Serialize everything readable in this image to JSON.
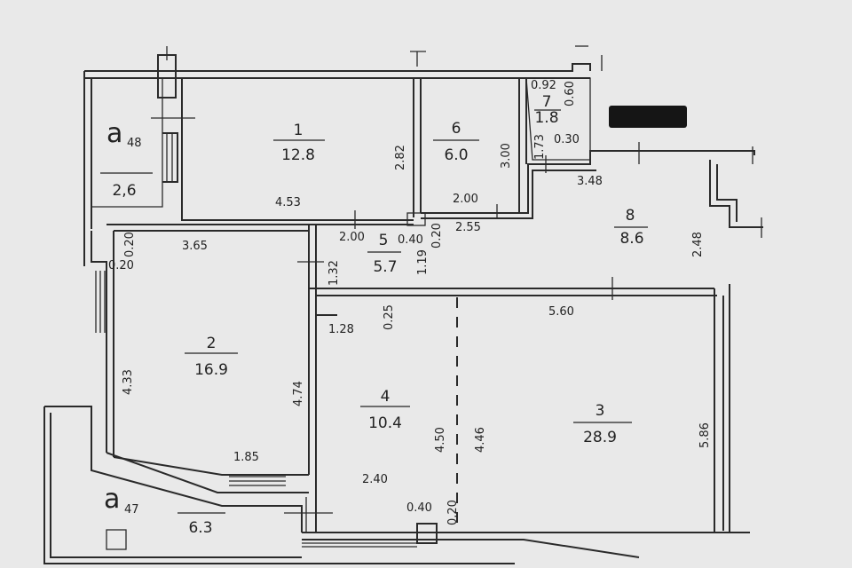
{
  "rooms": [
    {
      "number": "1",
      "area": "12.8"
    },
    {
      "number": "2",
      "area": "16.9"
    },
    {
      "number": "3",
      "area": "28.9"
    },
    {
      "number": "4",
      "area": "10.4"
    },
    {
      "number": "5",
      "area": "5.7"
    },
    {
      "number": "6",
      "area": "6.0"
    },
    {
      "number": "7",
      "area": "1.8"
    },
    {
      "number": "8",
      "area": "8.6"
    }
  ],
  "balconies": [
    {
      "letter": "a",
      "sub": "48",
      "area": "2,6"
    },
    {
      "letter": "a",
      "sub": "47",
      "area": "6.3"
    }
  ],
  "dimensions": [
    "4.53",
    "2.82",
    "3.00",
    "2.00",
    "0.92",
    "0.60",
    "1.73",
    "0.30",
    "3.48",
    "2.48",
    "0.20",
    "0.20",
    "3.65",
    "2.00",
    "0.40",
    "0.20",
    "2.55",
    "1.32",
    "1.19",
    "5.60",
    "1.28",
    "0.25",
    "4.33",
    "4.74",
    "4.50",
    "4.46",
    "5.86",
    "1.85",
    "2.40",
    "0.40",
    "0.20"
  ],
  "redaction_color": "#151515",
  "wall_color": "#2a2a2a",
  "paper_color": "#e9e9e9"
}
